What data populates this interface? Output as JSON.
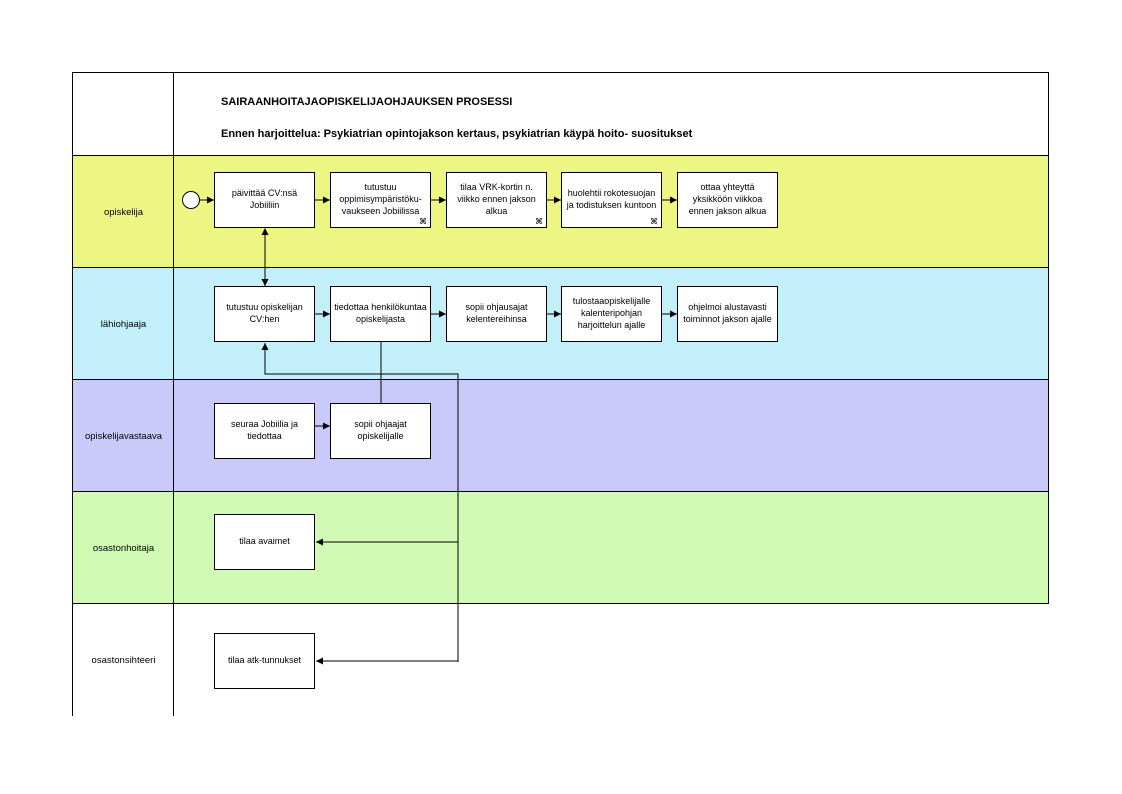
{
  "header": {
    "title": "SAIRAANHOITAJAOPISKELIJAOHJAUKSEN PROSESSI",
    "subtitle": "Ennen harjoittelua: Psykiatrian opintojakson kertaus, psykiatrian käypä hoito- suositukset"
  },
  "colors": {
    "lane_opiskelija": "#EEF683",
    "lane_lahiohjaaja": "#C3EFFA",
    "lane_opiskelijavastaava": "#CACAFA",
    "lane_osastonhoitaja": "#D1FBB5",
    "lane_osastonsihteeri": "#FFFFFF"
  },
  "lanes": [
    {
      "label": "opiskelija"
    },
    {
      "label": "lähiohjaaja"
    },
    {
      "label": "opiskelijavastaava"
    },
    {
      "label": "osastonhoitaja"
    },
    {
      "label": "osastonsihteeri"
    }
  ],
  "tasks": {
    "opiskelija": [
      {
        "text": "päivittää CV:nsä Jobiiliin",
        "link_icon": false
      },
      {
        "text": "tutustuu oppimisympäristöku-vaukseen Jobiilissa",
        "link_icon": true
      },
      {
        "text": "tilaa VRK-kortin n. viikko ennen jakson alkua",
        "link_icon": true
      },
      {
        "text": "huolehtii rokotesuojan ja todistuksen kuntoon",
        "link_icon": true
      },
      {
        "text": "ottaa yhteyttä yksikköön viikkoa ennen jakson alkua",
        "link_icon": false
      }
    ],
    "lahiohjaaja": [
      {
        "text": "tutustuu opiskelijan CV:hen"
      },
      {
        "text": "tiedottaa henkilökuntaa opiskelijasta"
      },
      {
        "text": "sopii ohjausajat kelentereihinsa"
      },
      {
        "text": "tulostaaopiskelijalle kalenteripohjan harjoittelun ajalle"
      },
      {
        "text": "ohjelmoi alustavasti toiminnot jakson ajalle"
      }
    ],
    "opiskelijavastaava": [
      {
        "text": "seuraa Jobiilia ja tiedottaa"
      },
      {
        "text": "sopii ohjaajat opiskelijalle"
      }
    ],
    "osastonhoitaja": [
      {
        "text": "tilaa avaimet"
      }
    ],
    "osastonsihteeri": [
      {
        "text": "tilaa atk-tunnukset"
      }
    ]
  },
  "icons": {
    "start": "start-event-icon",
    "link": "link-icon"
  }
}
